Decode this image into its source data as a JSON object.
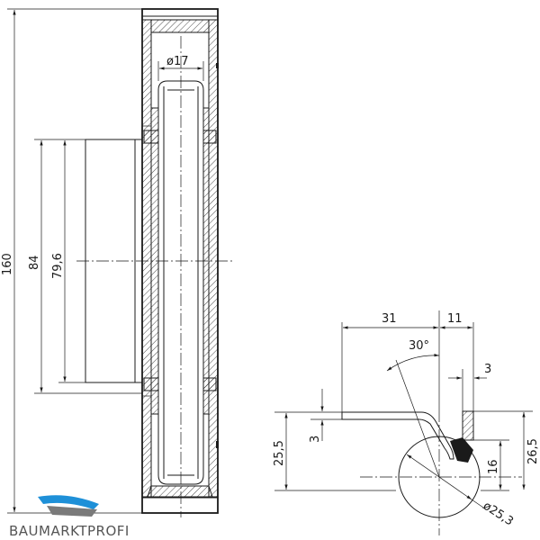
{
  "drawing": {
    "dimensions": {
      "total_height": "160",
      "leaf_height": "84",
      "leaf_inner_height": "79,6",
      "pin_diameter": "ø17",
      "arm_length": "31",
      "offset": "11",
      "angle": "30°",
      "gap": "3",
      "arm_thickness": "3",
      "height_left": "25,5",
      "height_right": "26,5",
      "height_inner": "16",
      "barrel_diameter": "ø25,3"
    }
  },
  "logo": {
    "text": "BAUMARKTPROFI",
    "colors": {
      "blue": "#1e90d8",
      "grey": "#7a7a7a"
    }
  }
}
